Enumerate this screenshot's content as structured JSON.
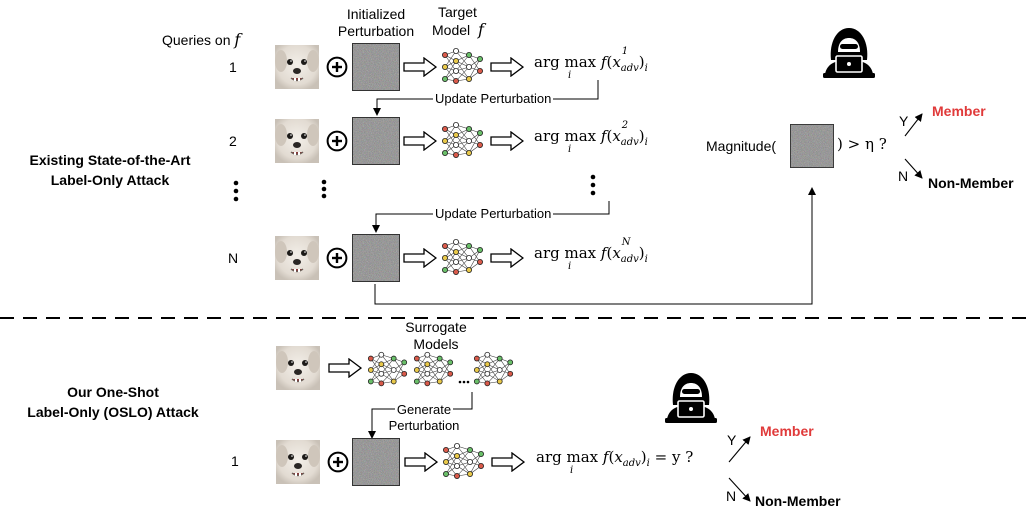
{
  "top": {
    "section_label": [
      "Existing State-of-the-Art",
      "Label-Only Attack"
    ],
    "queries_header": "Queries on",
    "queries_var": "f",
    "col_init_perturbation": [
      "Initialized",
      "Perturbation"
    ],
    "col_target_model": [
      "Target",
      "Model"
    ],
    "col_target_var": "f",
    "rows": [
      {
        "label": "1",
        "sup": "1"
      },
      {
        "label": "2",
        "sup": "2"
      },
      {
        "label": "N",
        "sup": "N"
      }
    ],
    "update_label": "Update Perturbation",
    "magnitude_prefix": "Magnitude(",
    "magnitude_suffix": ") > η ?",
    "yes": "Y",
    "no": "N",
    "member": "Member",
    "non_member": "Non-Member"
  },
  "bottom": {
    "section_label": [
      "Our One-Shot",
      "Label-Only (OSLO) Attack"
    ],
    "surrogate_label": [
      "Surrogate",
      "Models"
    ],
    "generate_label": [
      "Generate",
      "Perturbation"
    ],
    "row_label": "1",
    "condition_suffix": "= y ?",
    "yes": "Y",
    "no": "N",
    "member": "Member",
    "non_member": "Non-Member"
  },
  "math": {
    "argmax": "arg max",
    "sub_i": "i",
    "f": "f",
    "x": "x",
    "adv": "adv"
  },
  "colors": {
    "member": "#e03a3a",
    "dog_fur": "#e8e2da",
    "noise_base": "#7f7f7f",
    "node_red": "#d95a4a",
    "node_yellow": "#e8c84a",
    "node_green": "#6abf69",
    "node_white": "#ffffff"
  },
  "icons": [
    "dog-image",
    "noise-perturbation",
    "neural-net-icon",
    "hacker-icon",
    "plus-circle-icon",
    "hollow-arrow-icon"
  ]
}
